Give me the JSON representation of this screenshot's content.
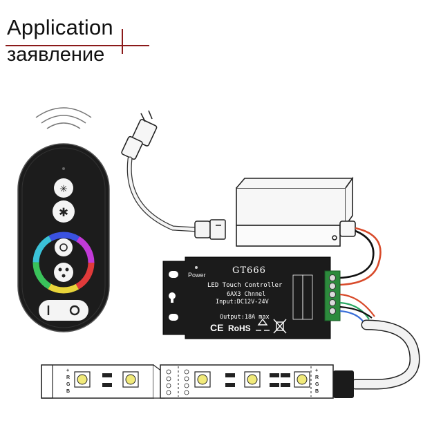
{
  "header": {
    "title": "Application",
    "subtitle": "заявление"
  },
  "controller": {
    "power_label": "Power",
    "model": "GT666",
    "description": "LED Touch Controller",
    "channels": "6AX3 Chnnel",
    "input": "Input:DC12V-24V",
    "output": "Output:18A max",
    "cert_ce": "CE",
    "cert_rohs": "RoHS"
  },
  "led_strip": {
    "pin_plus": "+",
    "pin_r": "R",
    "pin_g": "G",
    "pin_b": "B"
  },
  "colors": {
    "accent_rule": "#8b1a1a",
    "device_black": "#1b1b1b",
    "wire_red": "#d84a2a",
    "wire_green": "#2aa864",
    "wire_blue": "#3a6fd8",
    "led_yellow": "#f1ea7a"
  },
  "icons": {
    "remote": "rgb-touch-remote",
    "plug": "power-plug-icon",
    "psu": "power-supply-box",
    "recycle": "recycle-icon",
    "wheelie_bin": "weee-bin-icon",
    "signal": "wireless-signal-icon"
  }
}
